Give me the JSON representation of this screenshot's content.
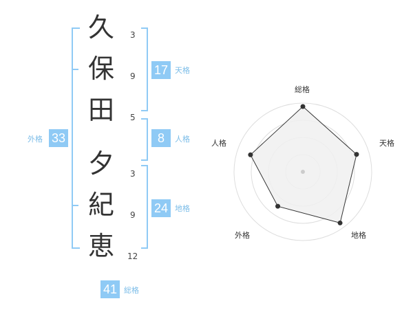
{
  "name_chars": [
    {
      "char": "久",
      "strokes": "3"
    },
    {
      "char": "保",
      "strokes": "9"
    },
    {
      "char": "田",
      "strokes": "5"
    },
    {
      "char": "夕",
      "strokes": "3"
    },
    {
      "char": "紀",
      "strokes": "9"
    },
    {
      "char": "恵",
      "strokes": "12"
    }
  ],
  "fortunes": {
    "tenkaku": {
      "value": "17",
      "label": "天格"
    },
    "jinkaku": {
      "value": "8",
      "label": "人格"
    },
    "chikaku": {
      "value": "24",
      "label": "地格"
    },
    "gaikaku": {
      "value": "33",
      "label": "外格"
    },
    "soukaku": {
      "value": "41",
      "label": "総格"
    }
  },
  "chart_data": {
    "type": "radar",
    "axes": [
      "総格",
      "天格",
      "地格",
      "外格",
      "人格"
    ],
    "values": [
      0.95,
      0.82,
      0.92,
      0.62,
      0.8
    ],
    "rings": 4,
    "colors": {
      "fill": "#f0f0f0",
      "line": "#333333",
      "ring": "#dddddd"
    }
  }
}
